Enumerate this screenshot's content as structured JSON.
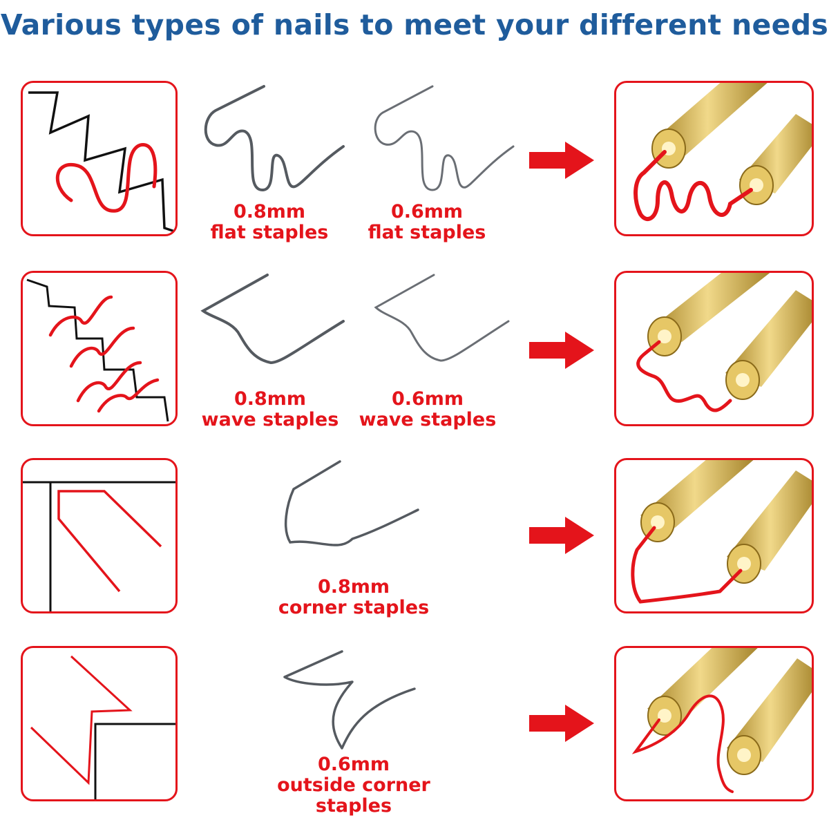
{
  "title": "Various types of nails to meet your different needs",
  "rows": [
    {
      "staples": [
        {
          "size": "0.8mm",
          "name": "flat staples"
        },
        {
          "size": "0.6mm",
          "name": "flat staples"
        }
      ]
    },
    {
      "staples": [
        {
          "size": "0.8mm",
          "name": "wave staples"
        },
        {
          "size": "0.6mm",
          "name": "wave staples"
        }
      ]
    },
    {
      "staples": [
        {
          "size": "0.8mm",
          "name": "corner staples"
        }
      ]
    },
    {
      "staples": [
        {
          "size": "0.6mm",
          "name": "outside corner",
          "name2": "staples"
        }
      ]
    }
  ],
  "colors": {
    "title": "#1f5c9c",
    "accent": "#e4141b",
    "wire": "#555a60",
    "brass": "#c9a640"
  },
  "icons": [
    "crack-diagram-icon",
    "staple-wire-icon",
    "arrow-right-icon",
    "welder-tip-icon"
  ]
}
